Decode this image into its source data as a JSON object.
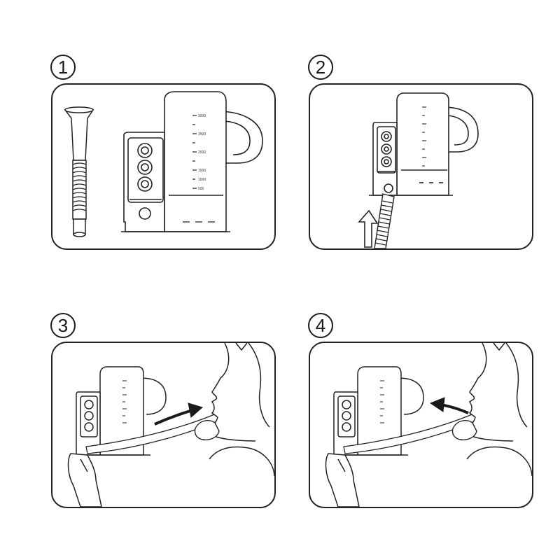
{
  "steps": [
    {
      "number": "1",
      "arrow": "none"
    },
    {
      "number": "2",
      "arrow": "up"
    },
    {
      "number": "3",
      "arrow": "toward-mouth"
    },
    {
      "number": "4",
      "arrow": "away-from-mouth"
    }
  ],
  "scale_labels": [
    "3000",
    "2500",
    "2000",
    "1500",
    "1000",
    "500"
  ],
  "colors": {
    "line": "#222222",
    "arrow": "#1a1a1a"
  }
}
